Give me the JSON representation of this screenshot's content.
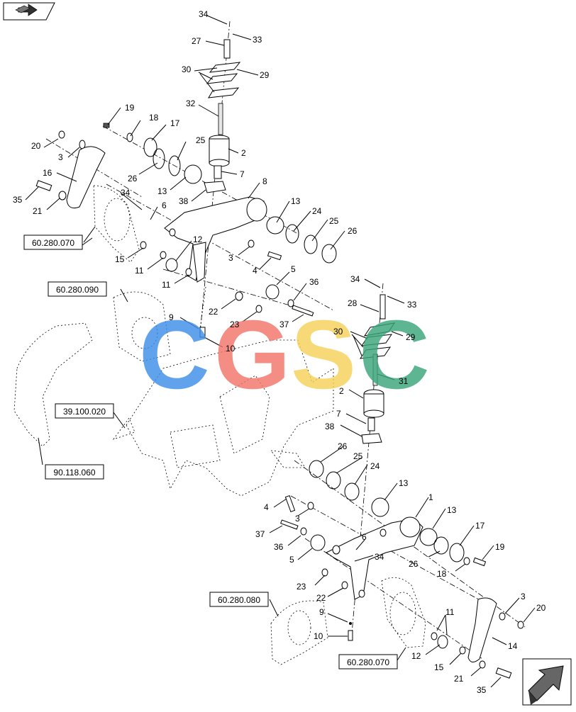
{
  "nav": {
    "prev_icon": "nav-back-arrow-icon",
    "next_icon": "nav-forward-arrow-icon"
  },
  "watermark": {
    "letters": [
      "C",
      "G",
      "S",
      "C"
    ],
    "colors": [
      "#3f8ee8",
      "#f2766b",
      "#f6d35a",
      "#3aa57a"
    ]
  },
  "references": {
    "ref_1": "60.280.070",
    "ref_2": "60.280.090",
    "ref_3": "39.100.020",
    "ref_4": "90.118.060",
    "ref_5": "60.280.080",
    "ref_6": "60.280.070"
  },
  "callouts": {
    "c34a": "34",
    "c33a": "33",
    "c27": "27",
    "c30a": "30",
    "c29a": "29",
    "c32": "32",
    "c19a": "19",
    "c18a": "18",
    "c17a": "17",
    "c20a": "20",
    "c3a": "3",
    "c25a": "25",
    "c2a": "2",
    "c26a": "26",
    "c16": "16",
    "c13a": "13",
    "c7a": "7",
    "c8": "8",
    "c34b": "34",
    "c38a": "38",
    "c35a": "35",
    "c6a": "6",
    "c21a": "21",
    "c13b": "13",
    "c24a": "24",
    "c25b": "25",
    "c26b": "26",
    "c12a": "12",
    "c15a": "15",
    "c11a": "11",
    "c3b": "3",
    "c4a": "4",
    "c5a": "5",
    "c11b": "11",
    "c34c": "34",
    "c36a": "36",
    "c33b": "33",
    "c28": "28",
    "c9a": "9",
    "c22a": "22",
    "c23a": "23",
    "c37a": "37",
    "c30b": "30",
    "c29b": "29",
    "c10a": "10",
    "c31": "31",
    "c2b": "2",
    "c7b": "7",
    "c38b": "38",
    "c26c": "26",
    "c25c": "25",
    "c24b": "24",
    "c13c": "13",
    "c1": "1",
    "c4b": "4",
    "c3c": "3",
    "c13d": "13",
    "c37b": "37",
    "c17b": "17",
    "c36b": "36",
    "c6b": "6",
    "c19b": "19",
    "c34d": "34",
    "c5b": "5",
    "c26d": "26",
    "c18b": "18",
    "c23b": "23",
    "c22b": "22",
    "c3d": "3",
    "c20b": "20",
    "c9b": "9",
    "c10b": "10",
    "c11c": "11",
    "c14": "14",
    "c12b": "12",
    "c15b": "15",
    "c21b": "21",
    "c35b": "35"
  }
}
